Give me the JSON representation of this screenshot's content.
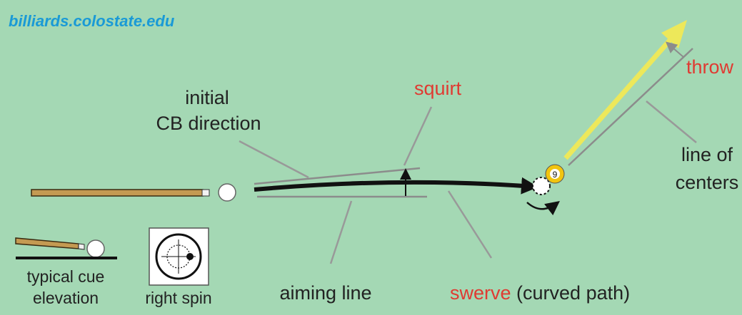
{
  "site_credit": "billiards.colostate.edu",
  "labels": {
    "initial_line1": "initial",
    "initial_line2": "CB direction",
    "squirt": "squirt",
    "throw": "throw",
    "line_of_line1": "line of",
    "line_of_line2": "centers",
    "aiming_line": "aiming line",
    "swerve": "swerve",
    "curved_path": " (curved path)",
    "typical_line1": "typical cue",
    "typical_line2": "elevation",
    "right_spin": "right spin"
  },
  "ball_number": "9",
  "colors": {
    "background": "#a4d8b4",
    "red_text": "#e03a32",
    "site_blue": "#1a9ad6",
    "throw_arrow": "#ede85a",
    "guide_gray": "#9a9a9a",
    "cue_wood": "#c49a52",
    "ball_yellow": "#f1c40f"
  }
}
